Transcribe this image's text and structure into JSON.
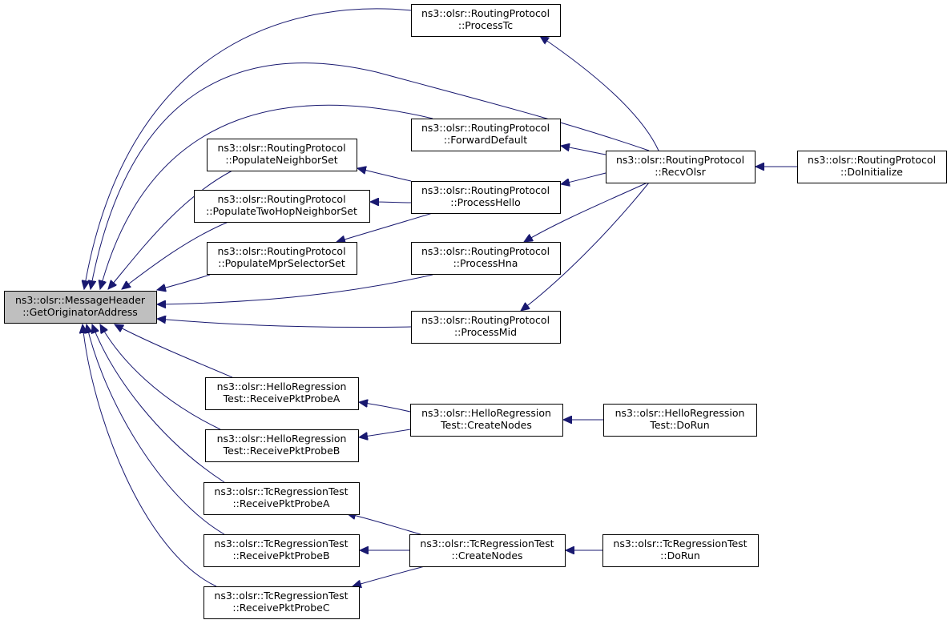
{
  "graph": {
    "nodes": [
      {
        "id": "goa",
        "line1": "ns3::olsr::MessageHeader",
        "line2": "::GetOriginatorAddress",
        "root": true
      },
      {
        "id": "ptc",
        "line1": "ns3::olsr::RoutingProtocol",
        "line2": "::ProcessTc"
      },
      {
        "id": "fwd",
        "line1": "ns3::olsr::RoutingProtocol",
        "line2": "::ForwardDefault"
      },
      {
        "id": "pns",
        "line1": "ns3::olsr::RoutingProtocol",
        "line2": "::PopulateNeighborSet"
      },
      {
        "id": "p2h",
        "line1": "ns3::olsr::RoutingProtocol",
        "line2": "::PopulateTwoHopNeighborSet"
      },
      {
        "id": "phe",
        "line1": "ns3::olsr::RoutingProtocol",
        "line2": "::ProcessHello"
      },
      {
        "id": "pmpr",
        "line1": "ns3::olsr::RoutingProtocol",
        "line2": "::PopulateMprSelectorSet"
      },
      {
        "id": "phna",
        "line1": "ns3::olsr::RoutingProtocol",
        "line2": "::ProcessHna"
      },
      {
        "id": "pmid",
        "line1": "ns3::olsr::RoutingProtocol",
        "line2": "::ProcessMid"
      },
      {
        "id": "rvo",
        "line1": "ns3::olsr::RoutingProtocol",
        "line2": "::RecvOlsr"
      },
      {
        "id": "dini",
        "line1": "ns3::olsr::RoutingProtocol",
        "line2": "::DoInitialize"
      },
      {
        "id": "hra",
        "line1": "ns3::olsr::HelloRegression",
        "line2": "Test::ReceivePktProbeA"
      },
      {
        "id": "hrb",
        "line1": "ns3::olsr::HelloRegression",
        "line2": "Test::ReceivePktProbeB"
      },
      {
        "id": "hcn",
        "line1": "ns3::olsr::HelloRegression",
        "line2": "Test::CreateNodes"
      },
      {
        "id": "hdr",
        "line1": "ns3::olsr::HelloRegression",
        "line2": "Test::DoRun"
      },
      {
        "id": "tra",
        "line1": "ns3::olsr::TcRegressionTest",
        "line2": "::ReceivePktProbeA"
      },
      {
        "id": "trb",
        "line1": "ns3::olsr::TcRegressionTest",
        "line2": "::ReceivePktProbeB"
      },
      {
        "id": "trc",
        "line1": "ns3::olsr::TcRegressionTest",
        "line2": "::ReceivePktProbeC"
      },
      {
        "id": "tcn",
        "line1": "ns3::olsr::TcRegressionTest",
        "line2": "::CreateNodes"
      },
      {
        "id": "tdr",
        "line1": "ns3::olsr::TcRegressionTest",
        "line2": "::DoRun"
      }
    ],
    "edges": [
      {
        "from": "ptc",
        "to": "goa"
      },
      {
        "from": "rvo",
        "to": "goa"
      },
      {
        "from": "fwd",
        "to": "goa"
      },
      {
        "from": "pns",
        "to": "goa"
      },
      {
        "from": "p2h",
        "to": "goa"
      },
      {
        "from": "pmpr",
        "to": "goa"
      },
      {
        "from": "phna",
        "to": "goa"
      },
      {
        "from": "pmid",
        "to": "goa"
      },
      {
        "from": "hra",
        "to": "goa"
      },
      {
        "from": "hrb",
        "to": "goa"
      },
      {
        "from": "tra",
        "to": "goa"
      },
      {
        "from": "trb",
        "to": "goa"
      },
      {
        "from": "trc",
        "to": "goa"
      },
      {
        "from": "rvo",
        "to": "ptc"
      },
      {
        "from": "rvo",
        "to": "fwd"
      },
      {
        "from": "rvo",
        "to": "phe"
      },
      {
        "from": "rvo",
        "to": "phna"
      },
      {
        "from": "rvo",
        "to": "pmid"
      },
      {
        "from": "dini",
        "to": "rvo"
      },
      {
        "from": "phe",
        "to": "pns"
      },
      {
        "from": "phe",
        "to": "p2h"
      },
      {
        "from": "phe",
        "to": "pmpr"
      },
      {
        "from": "hcn",
        "to": "hra"
      },
      {
        "from": "hcn",
        "to": "hrb"
      },
      {
        "from": "hdr",
        "to": "hcn"
      },
      {
        "from": "tcn",
        "to": "tra"
      },
      {
        "from": "tcn",
        "to": "trb"
      },
      {
        "from": "tcn",
        "to": "trc"
      },
      {
        "from": "tdr",
        "to": "tcn"
      }
    ]
  }
}
